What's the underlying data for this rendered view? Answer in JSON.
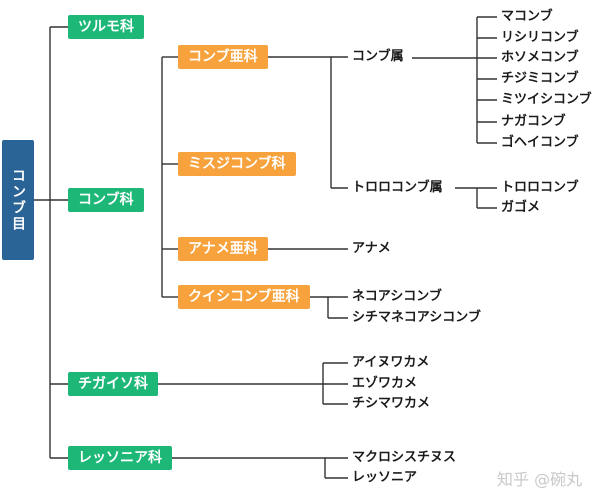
{
  "tree": {
    "root": {
      "label": "コンブ目"
    },
    "families": [
      {
        "label": "ツルモ科"
      },
      {
        "label": "コンブ科",
        "subfamilies": [
          {
            "label": "コンブ亜科",
            "genera": [
              {
                "label": "コンブ属",
                "species": [
                  "マコンブ",
                  "リシリコンブ",
                  "ホソメコンブ",
                  "チジミコンブ",
                  "ミツイシコンブ",
                  "ナガコンブ",
                  "ゴヘイコンブ"
                ]
              },
              {
                "label": "トロロコンブ属",
                "species": [
                  "トロロコンブ",
                  "ガゴメ"
                ]
              }
            ]
          },
          {
            "label": "ミスジコンブ科"
          },
          {
            "label": "アナメ亜科",
            "species": [
              "アナメ"
            ]
          },
          {
            "label": "クイシコンブ亜科",
            "species": [
              "ネコアシコンブ",
              "シチマネコアシコンブ"
            ]
          }
        ]
      },
      {
        "label": "チガイソ科",
        "species": [
          "アイヌワカメ",
          "エゾワカメ",
          "チシマワカメ"
        ]
      },
      {
        "label": "レッソニア科",
        "species": [
          "マクロシスチヌス",
          "レッソニア"
        ]
      }
    ]
  },
  "watermark": "知乎 @碗丸",
  "colors": {
    "order_box": "#2a6496",
    "family_box": "#1db778",
    "subfamily_box": "#f7a23c",
    "line": "#333333",
    "leaf_text": "#1a1a1a",
    "watermark_text": "#c9c9c9"
  }
}
